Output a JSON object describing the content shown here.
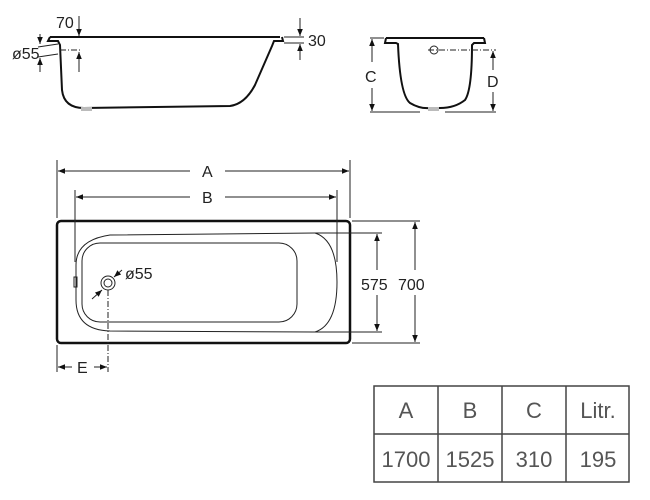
{
  "side_view": {
    "rim_offset_label": "70",
    "rim_height_label": "30",
    "overflow_label": "ø55"
  },
  "end_view": {
    "height_label": "C",
    "overflow_height_label": "D"
  },
  "top_view": {
    "overall_length_label": "A",
    "inner_length_label": "B",
    "inner_width_label": "575",
    "overall_width_label": "700",
    "drain_label": "ø55",
    "drain_offset_label": "E"
  },
  "spec_table": {
    "headers": [
      "A",
      "B",
      "C",
      "Litr."
    ],
    "rows": [
      [
        "1700",
        "1525",
        "310",
        "195"
      ]
    ]
  }
}
